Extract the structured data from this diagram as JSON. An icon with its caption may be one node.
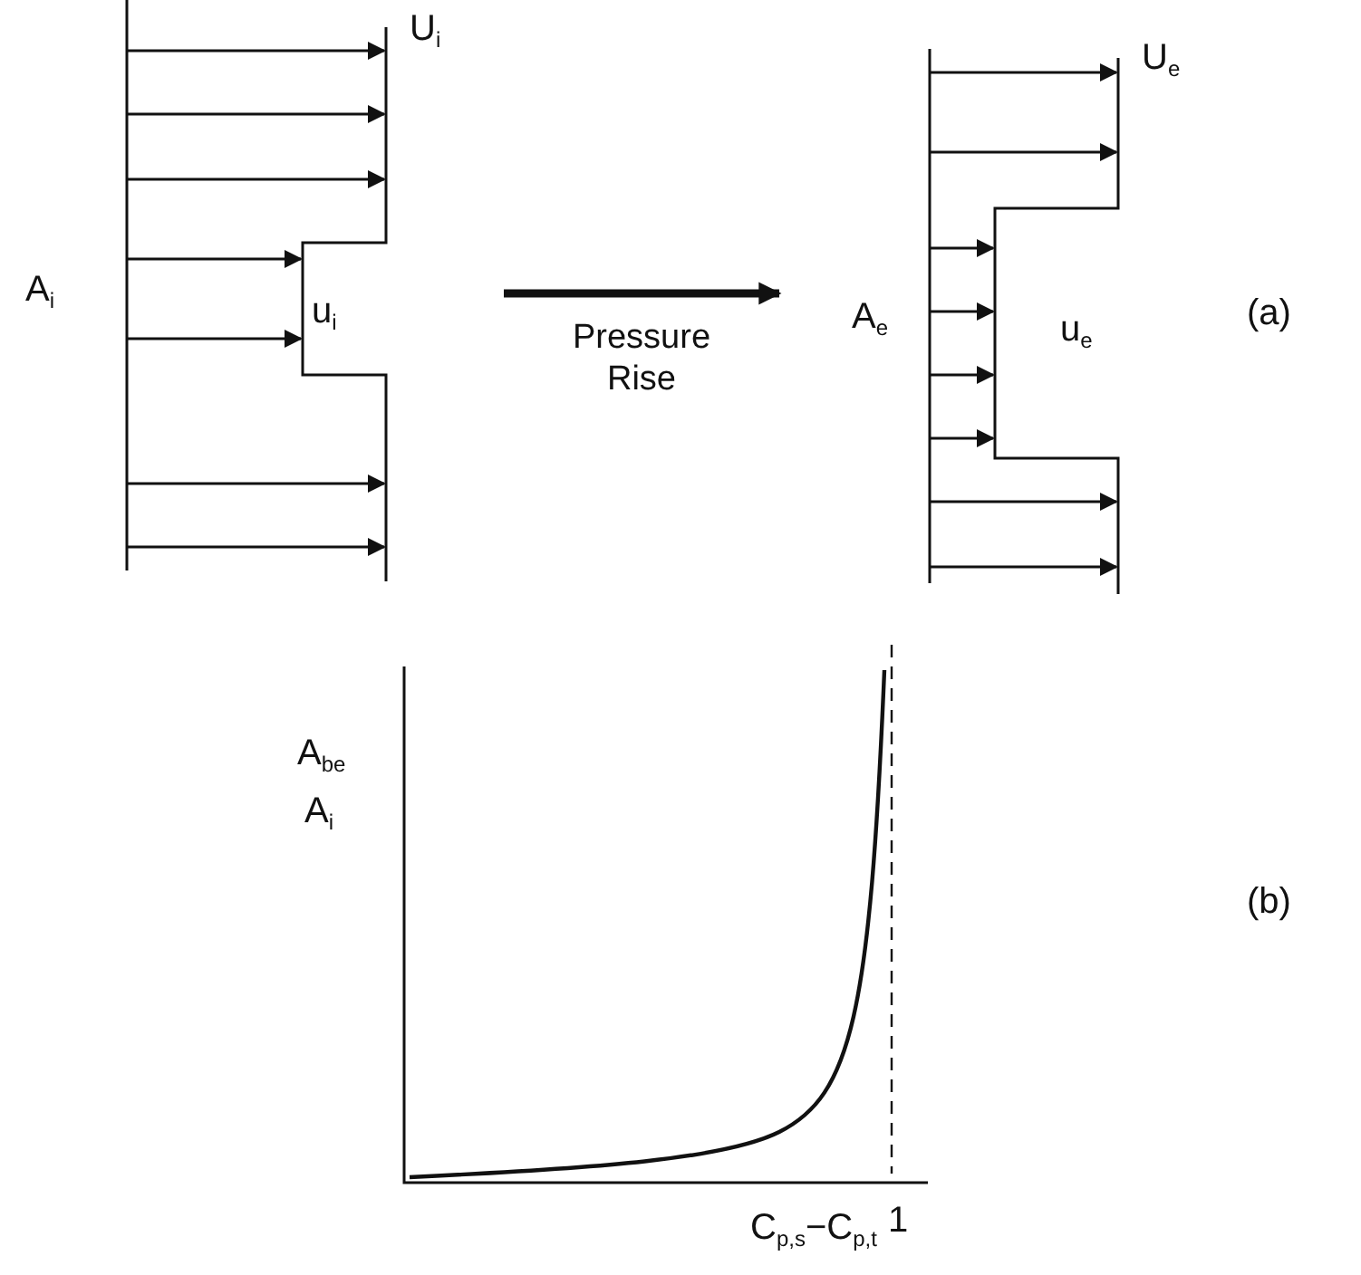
{
  "diagram": {
    "nodes": [
      {
        "text": [
          "U$_{i}$",
          "A$_{i}$",
          "u$_{i}$"
        ]
      },
      {
        "text": [
          "U$_{e}$",
          "A$_{e}$",
          "u$_{e}$"
        ]
      }
    ],
    "edges": [
      {
        "from": 0,
        "to": 1,
        "arrow": "to",
        "label": "Pressure Rise"
      }
    ],
    "labels": [
      "(a)",
      "A$_{be}$",
      "A$_{i}$",
      "(b)",
      "C$_{p,s}$−C$_{p,t}$",
      "1"
    ]
  }
}
